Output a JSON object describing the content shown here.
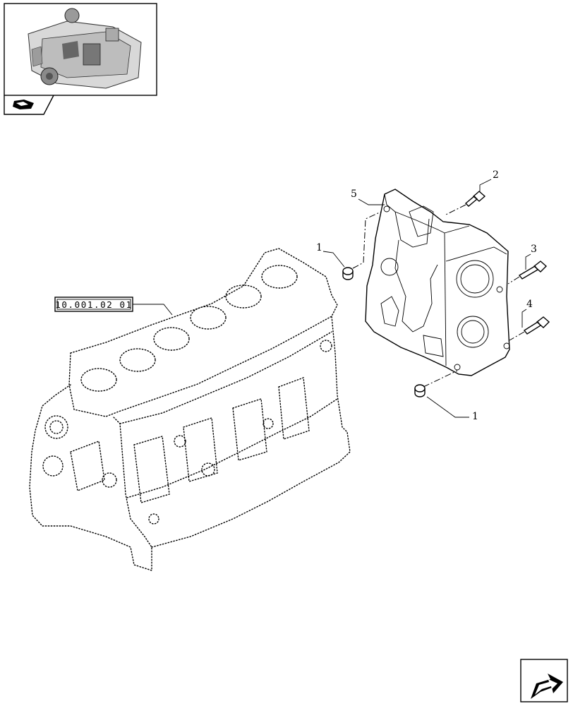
{
  "reference_link": {
    "text": "10.001.02 01"
  },
  "callouts": [
    {
      "id": "callout-5",
      "label": "5"
    },
    {
      "id": "callout-2",
      "label": "2"
    },
    {
      "id": "callout-1-top",
      "label": "1"
    },
    {
      "id": "callout-3",
      "label": "3"
    },
    {
      "id": "callout-4",
      "label": "4"
    },
    {
      "id": "callout-1-bottom",
      "label": "1"
    }
  ],
  "icons": {
    "thumbnail": "engine-thumbnail-icon",
    "section_tab": "book-arrow-icon",
    "next_page": "next-page-arrow-icon"
  },
  "colors": {
    "line": "#000000",
    "background": "#ffffff"
  }
}
